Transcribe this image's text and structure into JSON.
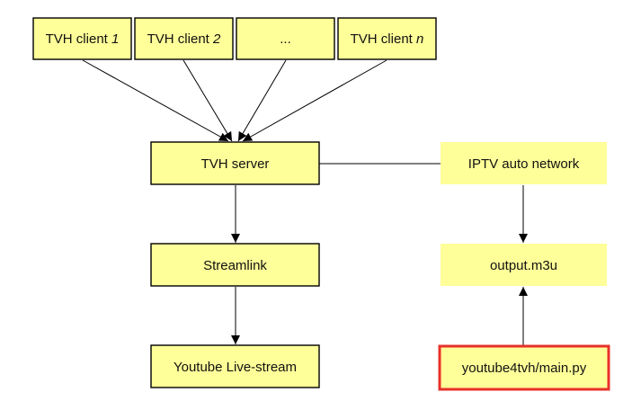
{
  "diagram": {
    "clients": {
      "client_1": {
        "prefix": "TVH client ",
        "number": "1"
      },
      "client_2": {
        "prefix": "TVH client ",
        "number": "2"
      },
      "ellipsis": "...",
      "client_n": {
        "prefix": "TVH client ",
        "number": "n"
      }
    },
    "tvh_server": "TVH server",
    "streamlink": "Streamlink",
    "youtube_live": "Youtube Live-stream",
    "iptv_network": "IPTV auto network",
    "output_m3u": "output.m3u",
    "main_py": "youtube4tvh/main.py"
  },
  "colors": {
    "node_fill": "#ffff99",
    "highlight_border": "#e8302a",
    "edge": "#000000"
  }
}
